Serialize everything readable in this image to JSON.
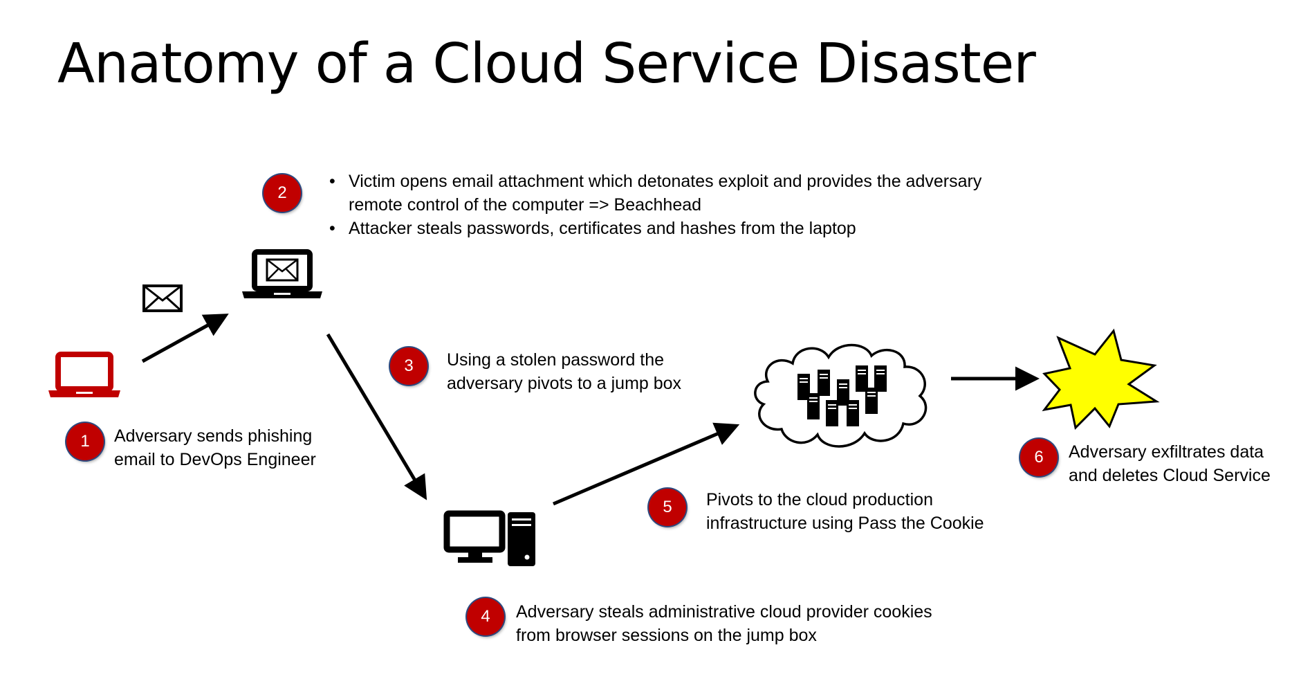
{
  "title": "Anatomy of a Cloud Service Disaster",
  "steps": [
    {
      "number": "1",
      "lines": [
        "Adversary sends phishing",
        "email to DevOps Engineer"
      ]
    },
    {
      "number": "2",
      "bullets": [
        [
          "Victim opens email attachment which detonates exploit and provides the adversary",
          "remote control of the computer => Beachhead"
        ],
        [
          "Attacker steals passwords, certificates and hashes from the laptop"
        ]
      ]
    },
    {
      "number": "3",
      "lines": [
        "Using a stolen password the",
        "adversary pivots to a jump box"
      ]
    },
    {
      "number": "4",
      "lines": [
        "Adversary steals administrative cloud provider cookies",
        "from browser sessions on the jump box"
      ]
    },
    {
      "number": "5",
      "lines": [
        "Pivots to the cloud production",
        "infrastructure using Pass the Cookie"
      ]
    },
    {
      "number": "6",
      "lines": [
        "Adversary exfiltrates data",
        "and deletes Cloud Service"
      ]
    }
  ],
  "icons": {
    "attacker_laptop": {
      "name": "laptop-icon",
      "color": "#c00000"
    },
    "email": {
      "name": "envelope-icon"
    },
    "victim_laptop": {
      "name": "laptop-with-envelope-icon"
    },
    "jump_box": {
      "name": "desktop-computer-icon"
    },
    "cloud": {
      "name": "cloud-servers-icon"
    },
    "explosion": {
      "name": "explosion-icon",
      "color": "#ffff00"
    }
  },
  "colors": {
    "badge": "#c00000",
    "badge_text": "#ffffff",
    "arrow": "#000000"
  }
}
